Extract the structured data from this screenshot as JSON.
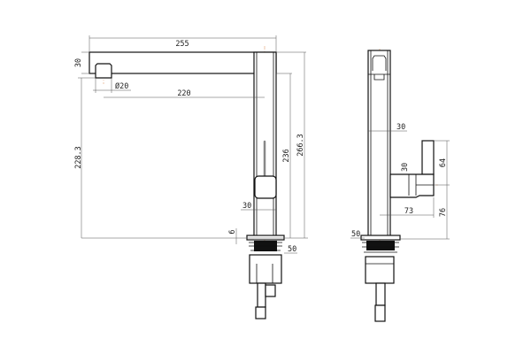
{
  "views": {
    "side": {
      "dimensions": {
        "overall_width": "255",
        "spout_height": "30",
        "outlet_diameter": "Ø20",
        "reach": "220",
        "outlet_height": "228.3",
        "spout_underside_height": "236",
        "overall_height": "266.3",
        "column_width": "30",
        "base_thickness": "6",
        "base_diameter": "50"
      }
    },
    "front": {
      "dimensions": {
        "column_width": "30",
        "handle_body_height": "30",
        "lever_height": "64",
        "handle_axis_height": "76",
        "handle_projection": "73",
        "base_diameter": "50"
      }
    }
  }
}
